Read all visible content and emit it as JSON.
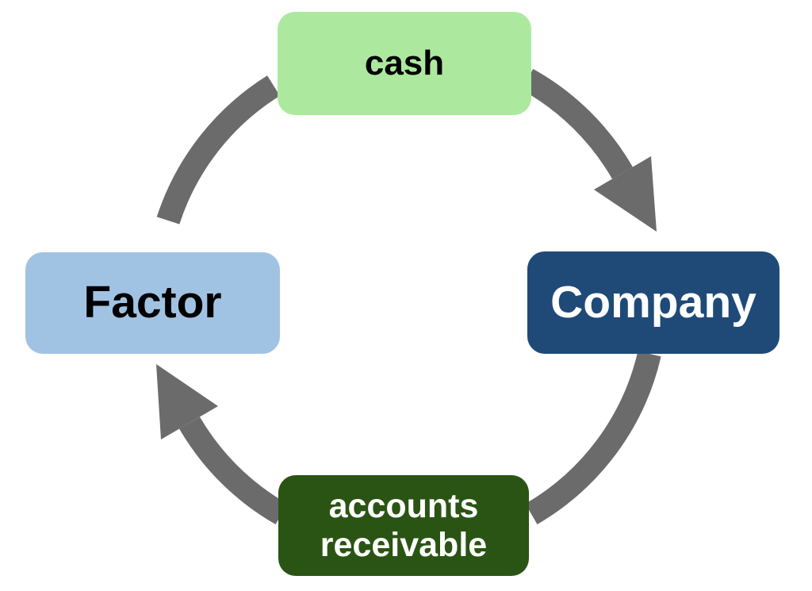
{
  "diagram": {
    "type": "cycle",
    "direction": "clockwise",
    "background_color": "#ffffff",
    "arrow_color": "#6b6b6b",
    "nodes": {
      "cash": {
        "label": "cash",
        "bg": "#ace99f",
        "text_color": "#000000",
        "position": "top"
      },
      "company": {
        "label": "Company",
        "bg": "#1f4a78",
        "text_color": "#ffffff",
        "position": "right"
      },
      "accounts_receivable": {
        "label": "accounts receivable",
        "bg": "#2a5413",
        "text_color": "#ffffff",
        "position": "bottom"
      },
      "factor": {
        "label": "Factor",
        "bg": "#a1c3e3",
        "text_color": "#000000",
        "position": "left"
      }
    },
    "edges": [
      {
        "from": "cash",
        "to": "company",
        "arrowhead": true
      },
      {
        "from": "company",
        "to": "accounts_receivable",
        "arrowhead": false
      },
      {
        "from": "accounts_receivable",
        "to": "factor",
        "arrowhead": true
      },
      {
        "from": "factor",
        "to": "cash",
        "arrowhead": false
      }
    ]
  }
}
